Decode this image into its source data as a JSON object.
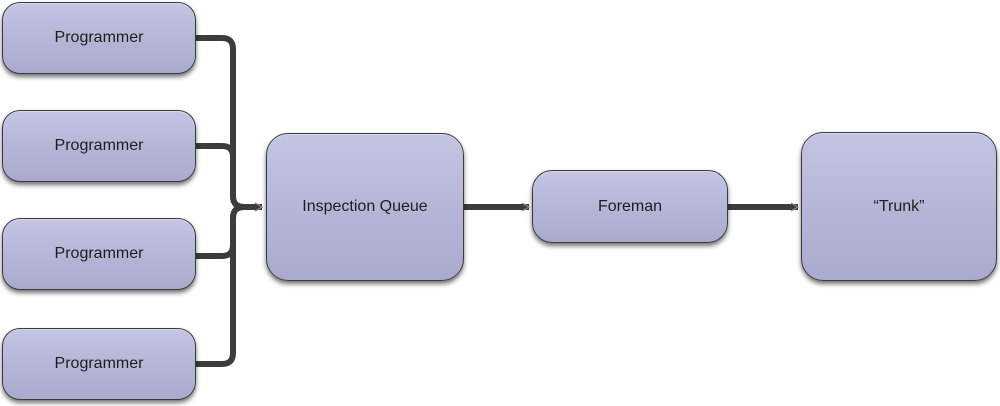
{
  "nodes": {
    "programmers": [
      "Programmer",
      "Programmer",
      "Programmer",
      "Programmer"
    ],
    "inspection_queue": "Inspection Queue",
    "foreman": "Foreman",
    "trunk": "“Trunk”"
  },
  "edges": [
    {
      "from": "Programmer",
      "to": "Inspection Queue"
    },
    {
      "from": "Programmer",
      "to": "Inspection Queue"
    },
    {
      "from": "Programmer",
      "to": "Inspection Queue"
    },
    {
      "from": "Programmer",
      "to": "Inspection Queue"
    },
    {
      "from": "Inspection Queue",
      "to": "Foreman"
    },
    {
      "from": "Foreman",
      "to": "“Trunk”"
    }
  ],
  "colors": {
    "node_fill": "#b8b9d9",
    "node_border": "#3a3a3a",
    "connector": "#3c3c3c"
  }
}
